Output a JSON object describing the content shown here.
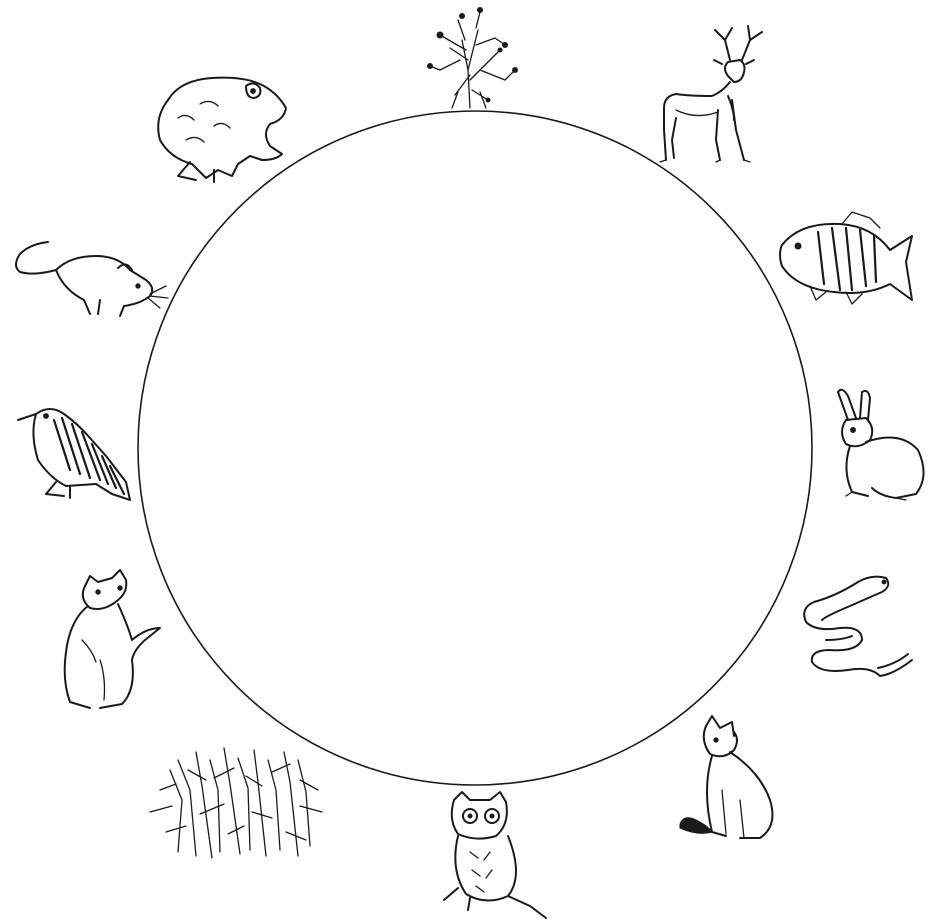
{
  "diagram": {
    "organisms": [
      {
        "id": "weed-plant",
        "icon": "weed-plant-icon"
      },
      {
        "id": "deer",
        "icon": "deer-icon"
      },
      {
        "id": "fish",
        "icon": "fish-icon"
      },
      {
        "id": "rabbit",
        "icon": "rabbit-icon"
      },
      {
        "id": "snake",
        "icon": "snake-icon"
      },
      {
        "id": "fox",
        "icon": "fox-icon"
      },
      {
        "id": "owl",
        "icon": "owl-icon"
      },
      {
        "id": "grass",
        "icon": "grass-icon"
      },
      {
        "id": "bear",
        "icon": "bear-icon"
      },
      {
        "id": "bird",
        "icon": "bird-icon"
      },
      {
        "id": "mouse",
        "icon": "mouse-icon"
      },
      {
        "id": "frog",
        "icon": "frog-icon"
      }
    ],
    "line_color": "#1a1a1a",
    "background": "#ffffff"
  }
}
